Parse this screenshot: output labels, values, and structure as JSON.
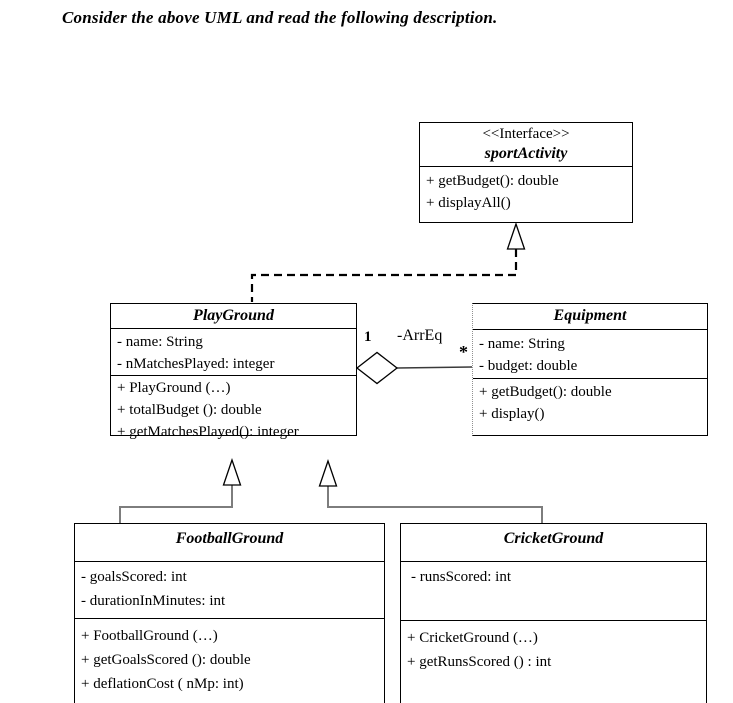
{
  "page": {
    "instruction": "Consider the above UML and read the following description."
  },
  "diagram": {
    "interface": {
      "stereotype": "<<Interface>>",
      "name": "sportActivity",
      "methods": [
        "+ getBudget(): double",
        "+ displayAll()"
      ]
    },
    "playground": {
      "name": "PlayGround",
      "attributes": [
        "- name: String",
        "- nMatchesPlayed: integer"
      ],
      "methods": [
        "+ PlayGround (…)",
        "+ totalBudget (): double",
        "+ getMatchesPlayed(): integer"
      ]
    },
    "equipment": {
      "name": "Equipment",
      "attributes": [
        "- name: String",
        "- budget: double"
      ],
      "methods": [
        "+ getBudget(): double",
        "+ display()"
      ]
    },
    "footballground": {
      "name": "FootballGround",
      "attributes": [
        "- goalsScored: int",
        "- durationInMinutes: int"
      ],
      "methods": [
        "+ FootballGround (…)",
        "+ getGoalsScored (): double",
        "+ deflationCost ( nMp: int)"
      ]
    },
    "cricketground": {
      "name": "CricketGround",
      "attributes": [
        "- runsScored: int"
      ],
      "methods": [
        "+ CricketGround (…)",
        "+ getRunsScored () : int"
      ]
    },
    "aggregation": {
      "multiplicity_source": "1",
      "role_name": "-ArrEq",
      "multiplicity_target": "*"
    }
  }
}
